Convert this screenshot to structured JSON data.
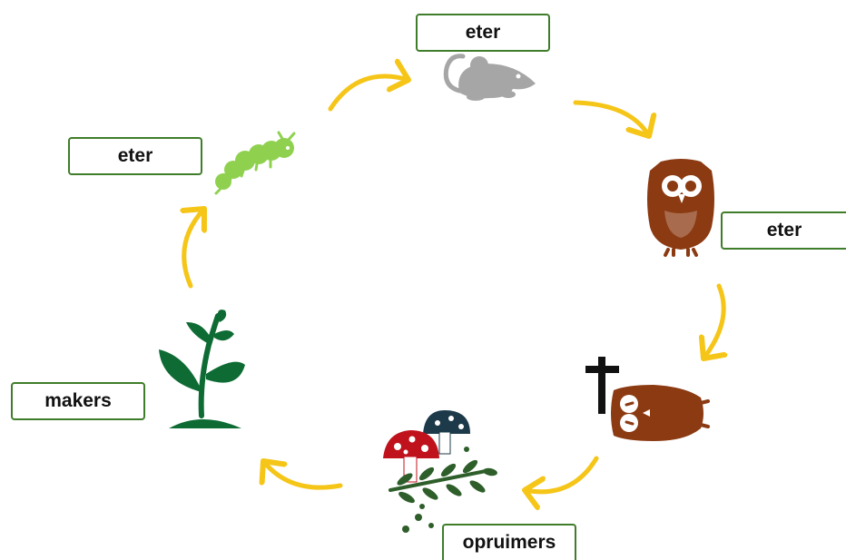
{
  "labels": {
    "mouse": "eter",
    "caterpillar": "eter",
    "owl": "eter",
    "plant": "makers",
    "decomposers": "opruimers"
  },
  "colors": {
    "label_border": "#3f7d2a",
    "arrow": "#f5c518",
    "caterpillar": "#8fd14f",
    "mouse": "#a6a6a6",
    "owl": "#8b3a12",
    "plant": "#0d6b33",
    "mushroom_red": "#c0121c",
    "mushroom_navy": "#1d3a4a",
    "leaves": "#2e5e2a",
    "cross": "#111111"
  },
  "icons": [
    "caterpillar-icon",
    "mouse-icon",
    "owl-icon",
    "dead-owl-icon",
    "cross-icon",
    "plant-icon",
    "mushroom-icon",
    "leaves-icon"
  ]
}
